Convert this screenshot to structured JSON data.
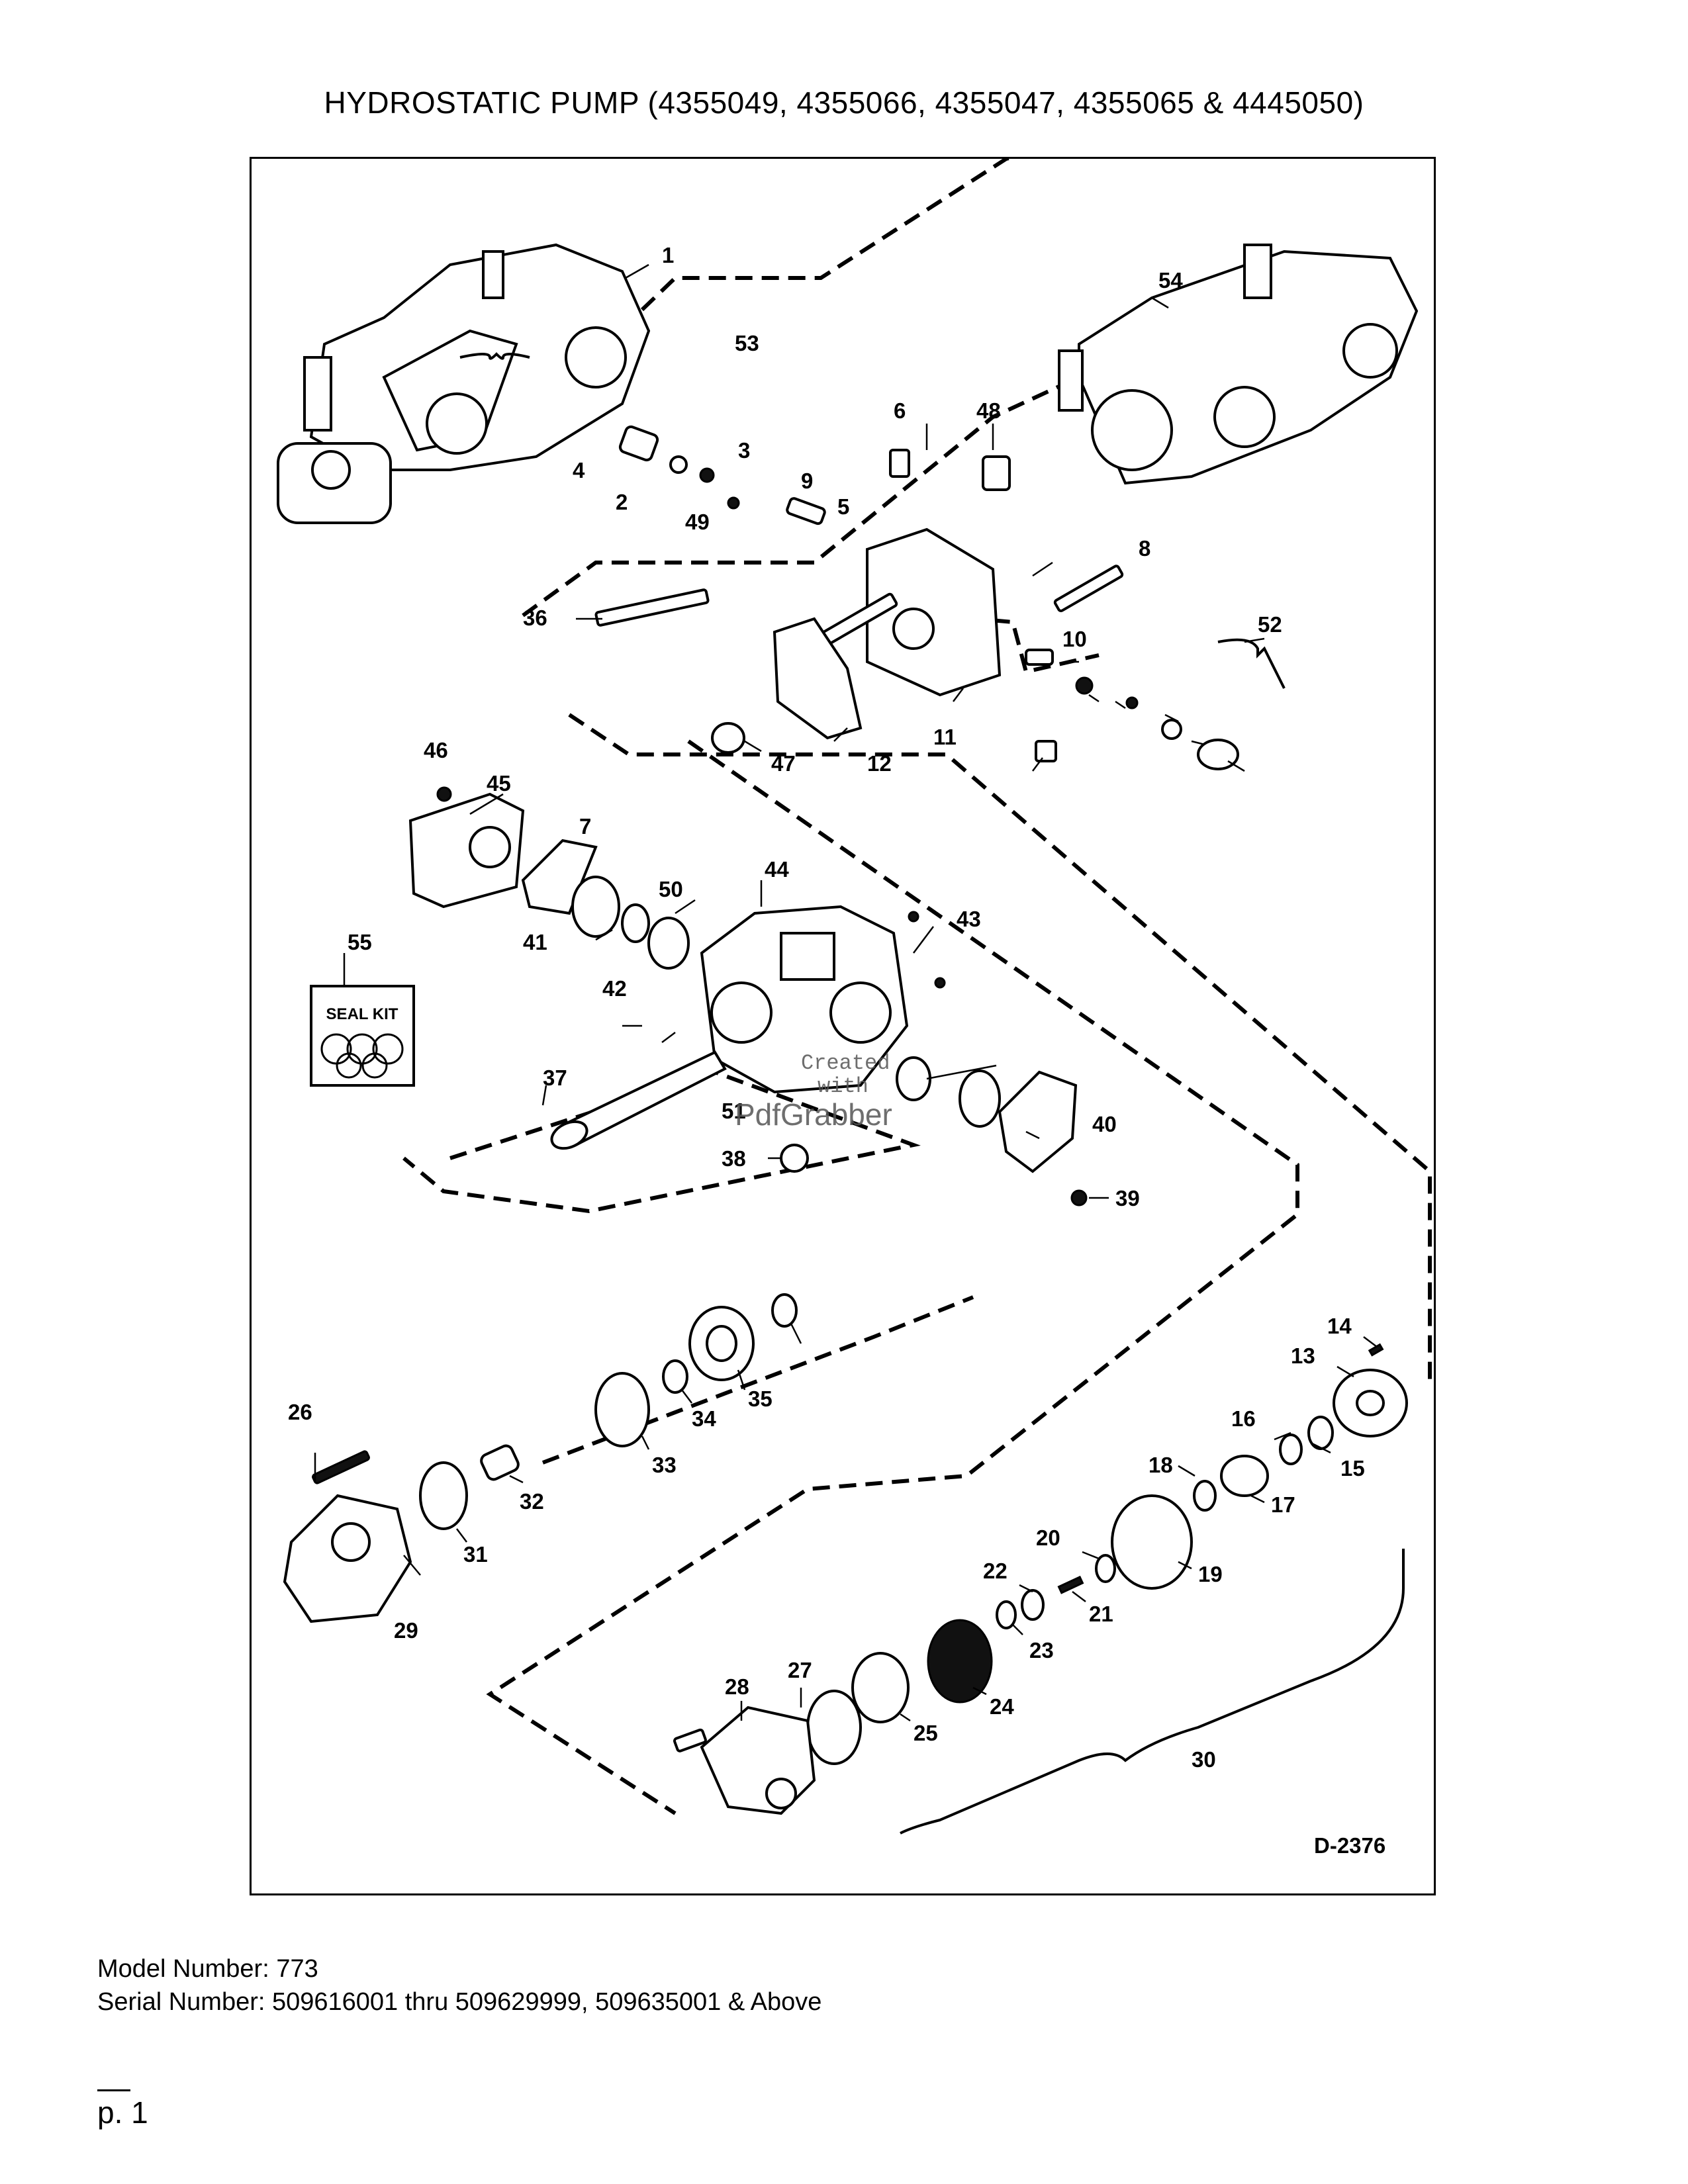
{
  "title": "HYDROSTATIC PUMP (4355049, 4355066, 4355047, 4355065 & 4445050)",
  "diagram": {
    "drawing_number": "D-2376",
    "seal_kit_label": "SEAL KIT",
    "watermark": [
      "Created",
      "with",
      "PdfGrabber"
    ],
    "callouts": [
      "1",
      "2",
      "3",
      "4",
      "5",
      "6",
      "7",
      "8",
      "9",
      "10",
      "11",
      "12",
      "13",
      "14",
      "15",
      "16",
      "17",
      "18",
      "19",
      "20",
      "21",
      "22",
      "23",
      "24",
      "25",
      "26",
      "27",
      "28",
      "29",
      "30",
      "31",
      "32",
      "33",
      "34",
      "35",
      "36",
      "37",
      "38",
      "39",
      "40",
      "41",
      "42",
      "43",
      "44",
      "45",
      "46",
      "47",
      "48",
      "49",
      "50",
      "51",
      "52",
      "53",
      "54",
      "55"
    ]
  },
  "footer": {
    "model": "Model Number: 773",
    "serial": "Serial Number: 509616001 thru 509629999, 509635001 & Above"
  },
  "page": {
    "number": "p. 1"
  }
}
